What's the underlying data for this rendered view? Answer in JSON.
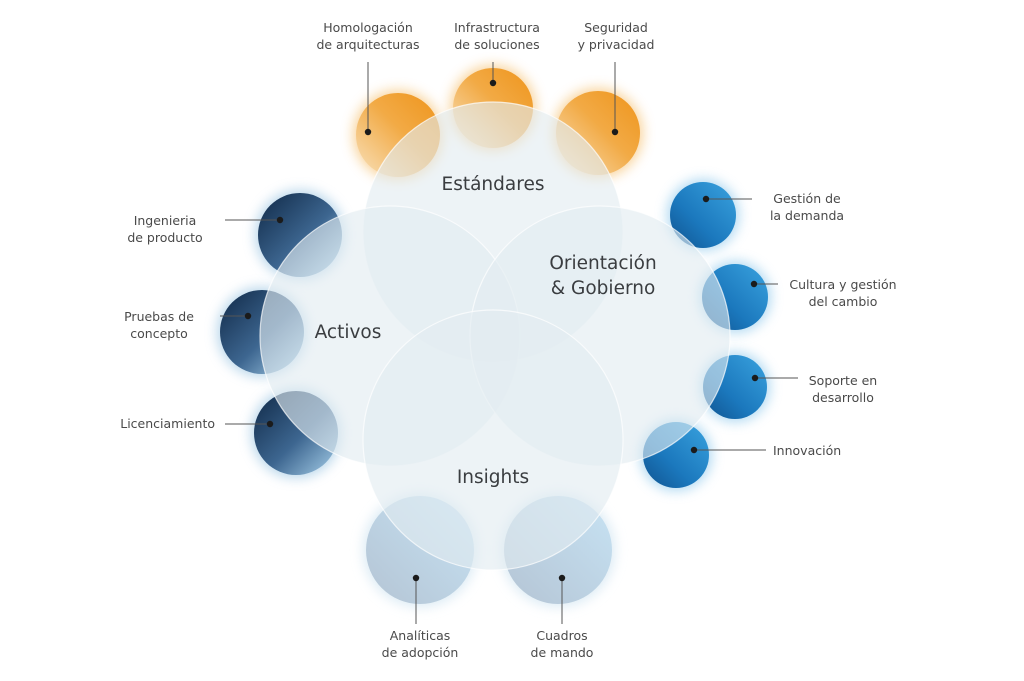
{
  "title": "Capacidades",
  "colors": {
    "orange": "#f0a02c",
    "dark_blue": "#1e3f66",
    "blue": "#1a78bf",
    "light_blue": "#a9cbe3",
    "main_circle": "#dfeaef",
    "text": "#4a4a4a"
  },
  "main_circles": [
    {
      "id": "estandares",
      "label": "Estándares"
    },
    {
      "id": "activos",
      "label": "Activos"
    },
    {
      "id": "orientacion",
      "label_line1": "Orientación",
      "label_line2": "& Gobierno"
    },
    {
      "id": "insights",
      "label": "Insights"
    }
  ],
  "groups": {
    "estandares": {
      "color": "orange",
      "items": [
        {
          "line1": "Homologación",
          "line2": "de arquitecturas"
        },
        {
          "line1": "Infrastructura",
          "line2": "de soluciones"
        },
        {
          "line1": "Seguridad",
          "line2": "y privacidad"
        }
      ]
    },
    "activos": {
      "color": "dark_blue",
      "items": [
        {
          "line1": "Ingenieria",
          "line2": "de producto"
        },
        {
          "line1": "Pruebas de",
          "line2": "concepto"
        },
        {
          "line1": "Licenciamiento",
          "line2": ""
        }
      ]
    },
    "orientacion": {
      "color": "blue",
      "items": [
        {
          "line1": "Gestión de",
          "line2": "la demanda"
        },
        {
          "line1": "Cultura y gestión",
          "line2": "del cambio"
        },
        {
          "line1": "Soporte en",
          "line2": "desarrollo"
        },
        {
          "line1": "Innovación",
          "line2": ""
        }
      ]
    },
    "insights": {
      "color": "light_blue",
      "items": [
        {
          "line1": "Analíticas",
          "line2": "de adopción"
        },
        {
          "line1": "Cuadros",
          "line2": "de mando"
        }
      ]
    }
  }
}
